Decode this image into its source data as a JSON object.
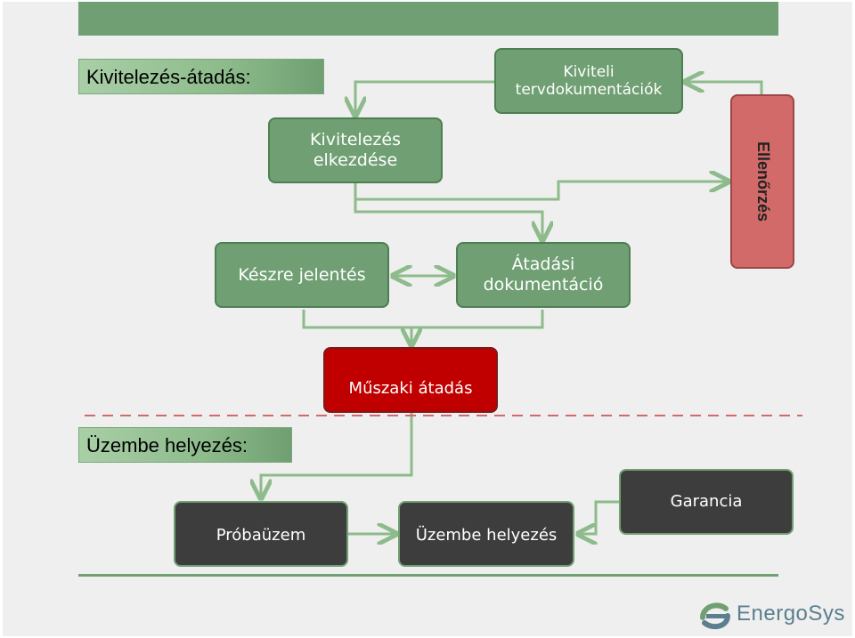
{
  "sections": {
    "construction_handover": "Kivitelezés-átadás:",
    "commissioning": "Üzembe helyezés:"
  },
  "nodes": {
    "design_docs": "Kiviteli tervdokumentációk",
    "construction_start": "Kivitelezés elkezdése",
    "inspection": "Ellenőrzés",
    "completion_report": "Készre jelentés",
    "handover_docs": "Átadási dokumentáció",
    "technical_handover": "Műszaki átadás",
    "trial_run": "Próbaüzem",
    "commissioning": "Üzembe helyezés",
    "warranty": "Garancia"
  },
  "logo": {
    "text": "EnergoSys",
    "colors": {
      "green": "#6f9f72",
      "blue": "#5b7f8f"
    }
  },
  "colors": {
    "green_box": "#6f9f72",
    "red_box": "#c00000",
    "pink_box": "#d36a6a",
    "dark_box": "#3d3d3d",
    "dashed_divider": "#d36a6a",
    "connector": "#8dbb8b"
  }
}
